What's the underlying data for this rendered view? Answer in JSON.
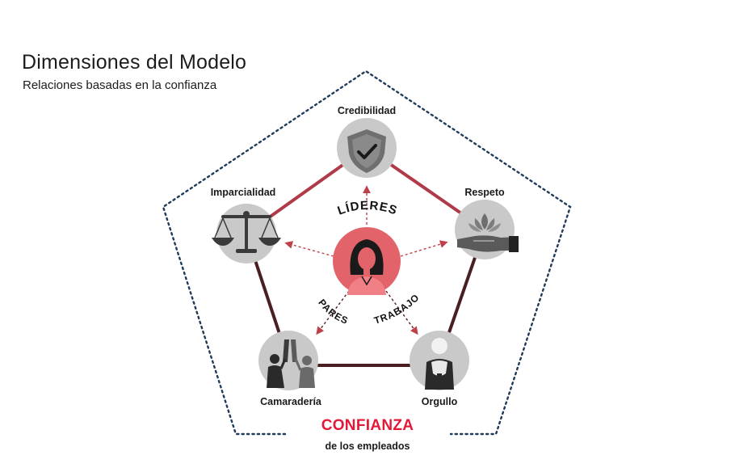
{
  "header": {
    "title": "Dimensiones del Modelo",
    "subtitle": "Relaciones basadas en la confianza"
  },
  "nodes": {
    "credibilidad": {
      "label": "Credibilidad",
      "icon": "shield-check-icon"
    },
    "respeto": {
      "label": "Respeto",
      "icon": "hand-lotus-icon"
    },
    "orgullo": {
      "label": "Orgullo",
      "icon": "trophy-person-icon"
    },
    "camaraderia": {
      "label": "Camaradería",
      "icon": "high-five-icon"
    },
    "imparcialidad": {
      "label": "Imparcialidad",
      "icon": "balance-scale-icon"
    }
  },
  "center": {
    "icon": "woman-avatar-icon"
  },
  "arc_labels": {
    "lideres": "LÍDERES",
    "pares": "PARES",
    "trabajo": "TRABAJO"
  },
  "footer": {
    "main": "CONFIANZA",
    "sub": "de los empleados"
  },
  "colors": {
    "accent_red": "#e31937",
    "leader_edge": "#b03a48",
    "base_edge": "#4a1f22",
    "node_fill": "#c9c9c9",
    "center_fill": "#e2636a",
    "dotted_border": "#1f3b5a"
  }
}
